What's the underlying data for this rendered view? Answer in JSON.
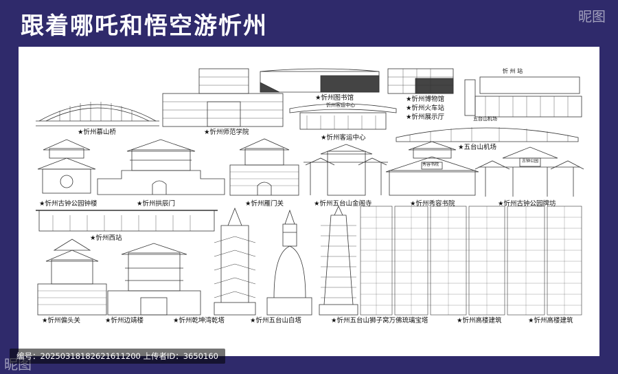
{
  "title": "跟着哪吒和悟空游忻州",
  "colors": {
    "background": "#2f2a6b",
    "panel": "#ffffff",
    "line": "#333333",
    "text": "#111111"
  },
  "labels": {
    "mushan_bridge": "★忻州慕山桥",
    "normal_college": "★忻州师范学院",
    "library": "★忻州图书馆",
    "bus_center": "★忻州客运中心",
    "bus_center_sign": "忻州客运中心",
    "museum": "★忻州博物馆",
    "train_station": "★忻州火车站",
    "exhibition_hall": "★忻州展示厅",
    "station_sign": "忻 州 站",
    "airport_sign": "五台山机场",
    "airport": "★五台山机场",
    "bell_tower": "★忻州古钟公园钟楼",
    "gongchen_gate": "★忻州拱辰门",
    "yanmen_pass": "★忻州雁门关",
    "jinge_temple": "★忻州五台山金阁寺",
    "xiurong_academy": "★忻州秀容书院",
    "xiurong_sign": "秀容书院",
    "memorial_arch": "★忻州古钟公园牌坊",
    "arch_sign": "古钟公园",
    "west_station": "★忻州西站",
    "piantou_pass": "★忻州偏头关",
    "bianjing_tower": "★忻州边靖楼",
    "qiankun_tower": "★忻州乾坤湾乾塔",
    "white_pagoda": "★忻州五台山白塔",
    "lion_pagoda": "★忻州五台山狮子窝万佛琉璃宝塔",
    "highrise_1": "★忻州高楼建筑",
    "highrise_2": "★忻州高楼建筑"
  },
  "footer": "编号：20250318182621611200  上传者ID：3650160",
  "watermark": "昵图"
}
